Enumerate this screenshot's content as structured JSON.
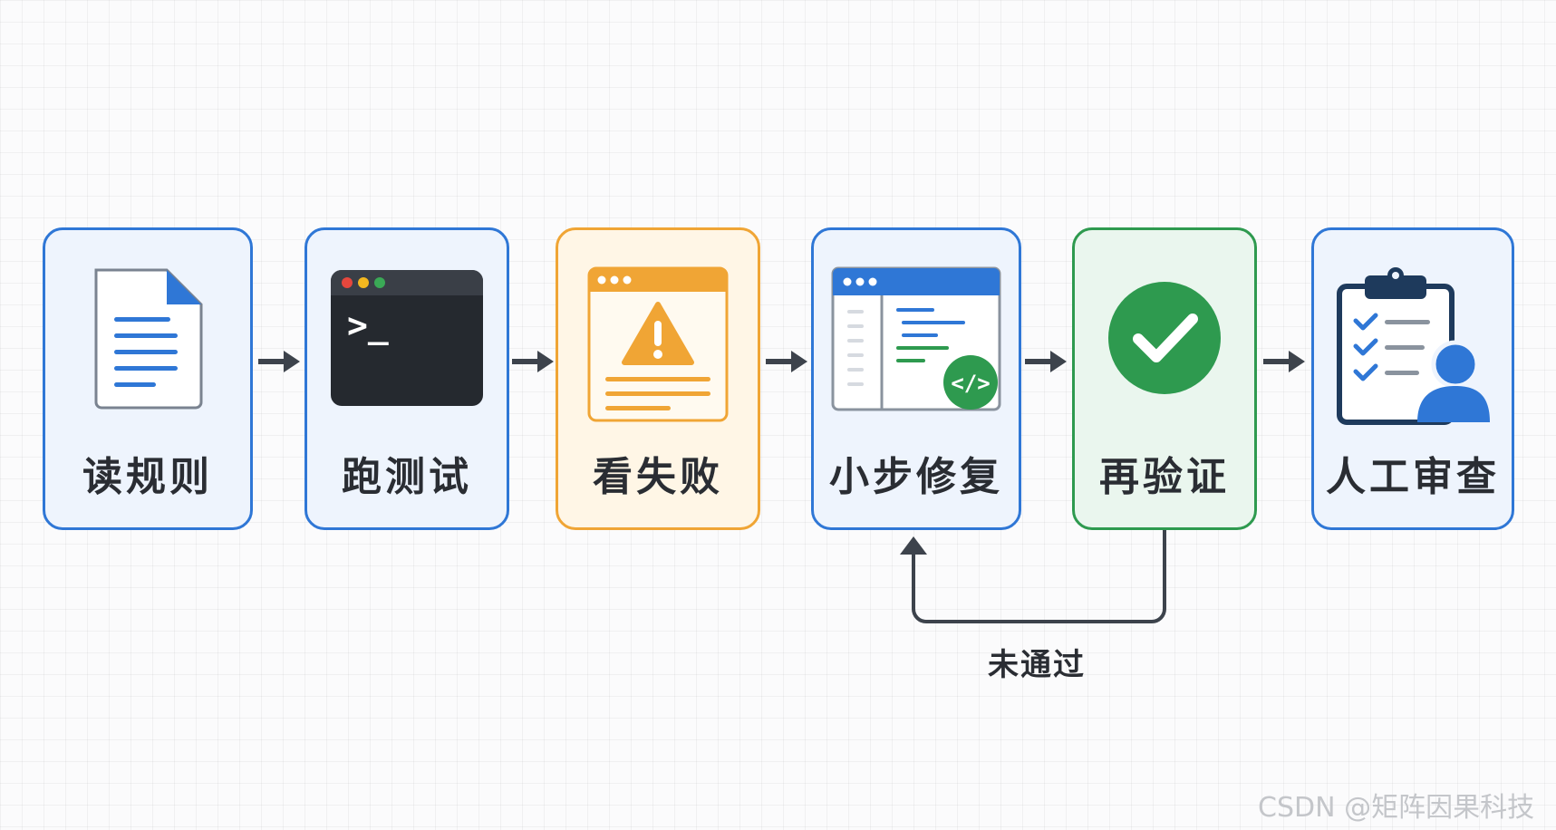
{
  "steps": [
    {
      "label": "读规则",
      "icon": "document-icon"
    },
    {
      "label": "跑测试",
      "icon": "terminal-icon"
    },
    {
      "label": "看失败",
      "icon": "warning-window-icon"
    },
    {
      "label": "小步修复",
      "icon": "code-editor-icon"
    },
    {
      "label": "再验证",
      "icon": "check-circle-icon"
    },
    {
      "label": "人工审查",
      "icon": "clipboard-reviewer-icon"
    }
  ],
  "loop_label": "未通过",
  "watermark": "CSDN @矩阵因果科技",
  "terminal_prompt": ">_",
  "colors": {
    "blue": "#2f77d6",
    "orange": "#f0a535",
    "green": "#2e9a4f",
    "arrow": "#3d434c"
  }
}
